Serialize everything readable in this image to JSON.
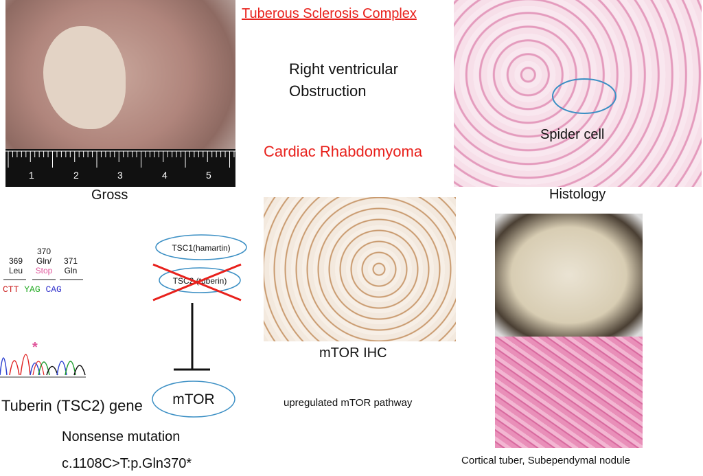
{
  "title": "Tuberous Sclerosis Complex",
  "clinical": {
    "line1": "Right ventricular",
    "line2": "Obstruction",
    "diagnosis": "Cardiac Rhabdomyoma"
  },
  "gross": {
    "label": "Gross",
    "ruler_ticks": [
      "1",
      "2",
      "3",
      "4",
      "5"
    ]
  },
  "histology": {
    "label": "Histology",
    "annotation": "Spider cell"
  },
  "ihc": {
    "label": "mTOR IHC",
    "pathway": "upregulated mTOR pathway"
  },
  "brain": {
    "caption": "Cortical tuber, Subependymal nodule"
  },
  "sequence": {
    "codons": [
      {
        "num": "369",
        "aa": "Leu",
        "bases": "CTT"
      },
      {
        "num": "370",
        "aa": "Gln/",
        "aa2": "Stop",
        "bases": "YAG"
      },
      {
        "num": "371",
        "aa": "Gln",
        "bases": "CAG"
      }
    ],
    "mutation_marker": "*",
    "gene_label": "Tuberin (TSC2) gene",
    "mutation_type": "Nonsense mutation",
    "mutation": "c.1108C>T:p.Gln370*"
  },
  "pathway": {
    "tsc1": "TSC1(hamartin)",
    "tsc2": "TSC2 (tuberin)",
    "target": "mTOR"
  },
  "colors": {
    "red": "#e8211c",
    "blue": "#3b8fc4",
    "stop": "#e0569b"
  }
}
